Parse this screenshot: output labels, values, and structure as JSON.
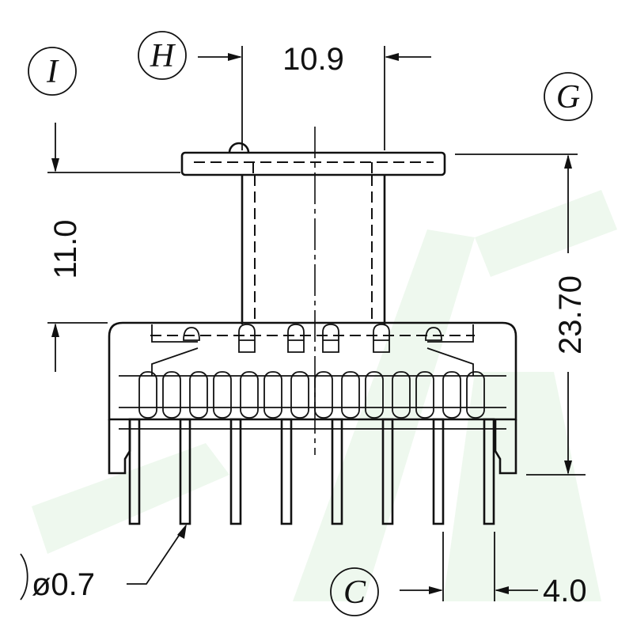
{
  "labels": {
    "I": "I",
    "H": "H",
    "G": "G",
    "C": "C"
  },
  "dimensions": {
    "width_top": "10.9",
    "flange_to_base": "11.0",
    "overall_height": "23.70",
    "pin_diameter": "ø0.7",
    "pin_offset": "4.0"
  },
  "pin_count": 8,
  "colors": {
    "line": "#111111",
    "watermark": "#eaf6ea"
  }
}
